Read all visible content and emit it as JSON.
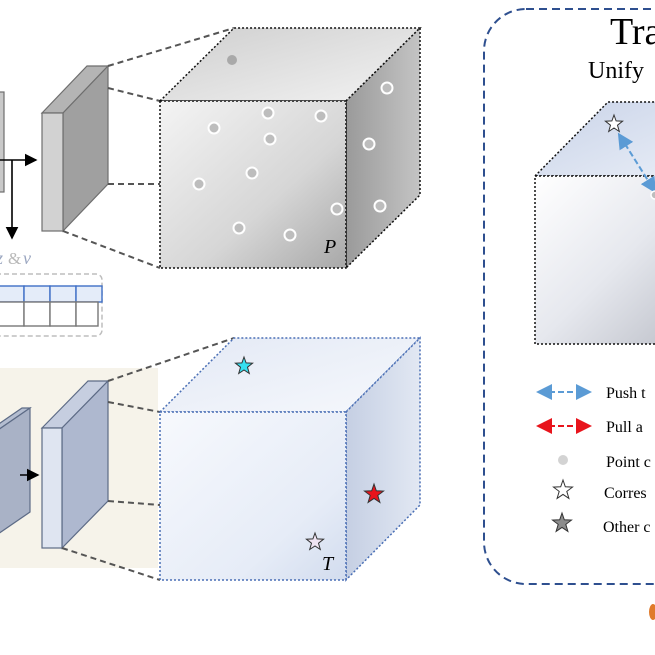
{
  "panel": {
    "title": "Tra",
    "subtitle": "Unify"
  },
  "cube_labels": {
    "top_cube": "P",
    "bottom_cube": "T"
  },
  "left_caption": {
    "text_a": "z",
    "amp": "&",
    "text_b": "v"
  },
  "legend": [
    {
      "icon": "blue-dashed-double-arrow",
      "label": "Push t"
    },
    {
      "icon": "red-dashed-double-arrow",
      "label": "Pull a"
    },
    {
      "icon": "grey-dot",
      "label": "Point c"
    },
    {
      "icon": "white-star",
      "label": "Corres"
    },
    {
      "icon": "grey-star",
      "label": "Other c"
    }
  ],
  "colors": {
    "panel_border": "#2e4f8f",
    "blue_arrow": "#5b9bd5",
    "red_arrow": "#e8141c",
    "cyan_star": "#36e0f0",
    "red_star": "#e8141c",
    "point_fill": "#a9a9a9",
    "orange_mark": "#e07a2a"
  }
}
